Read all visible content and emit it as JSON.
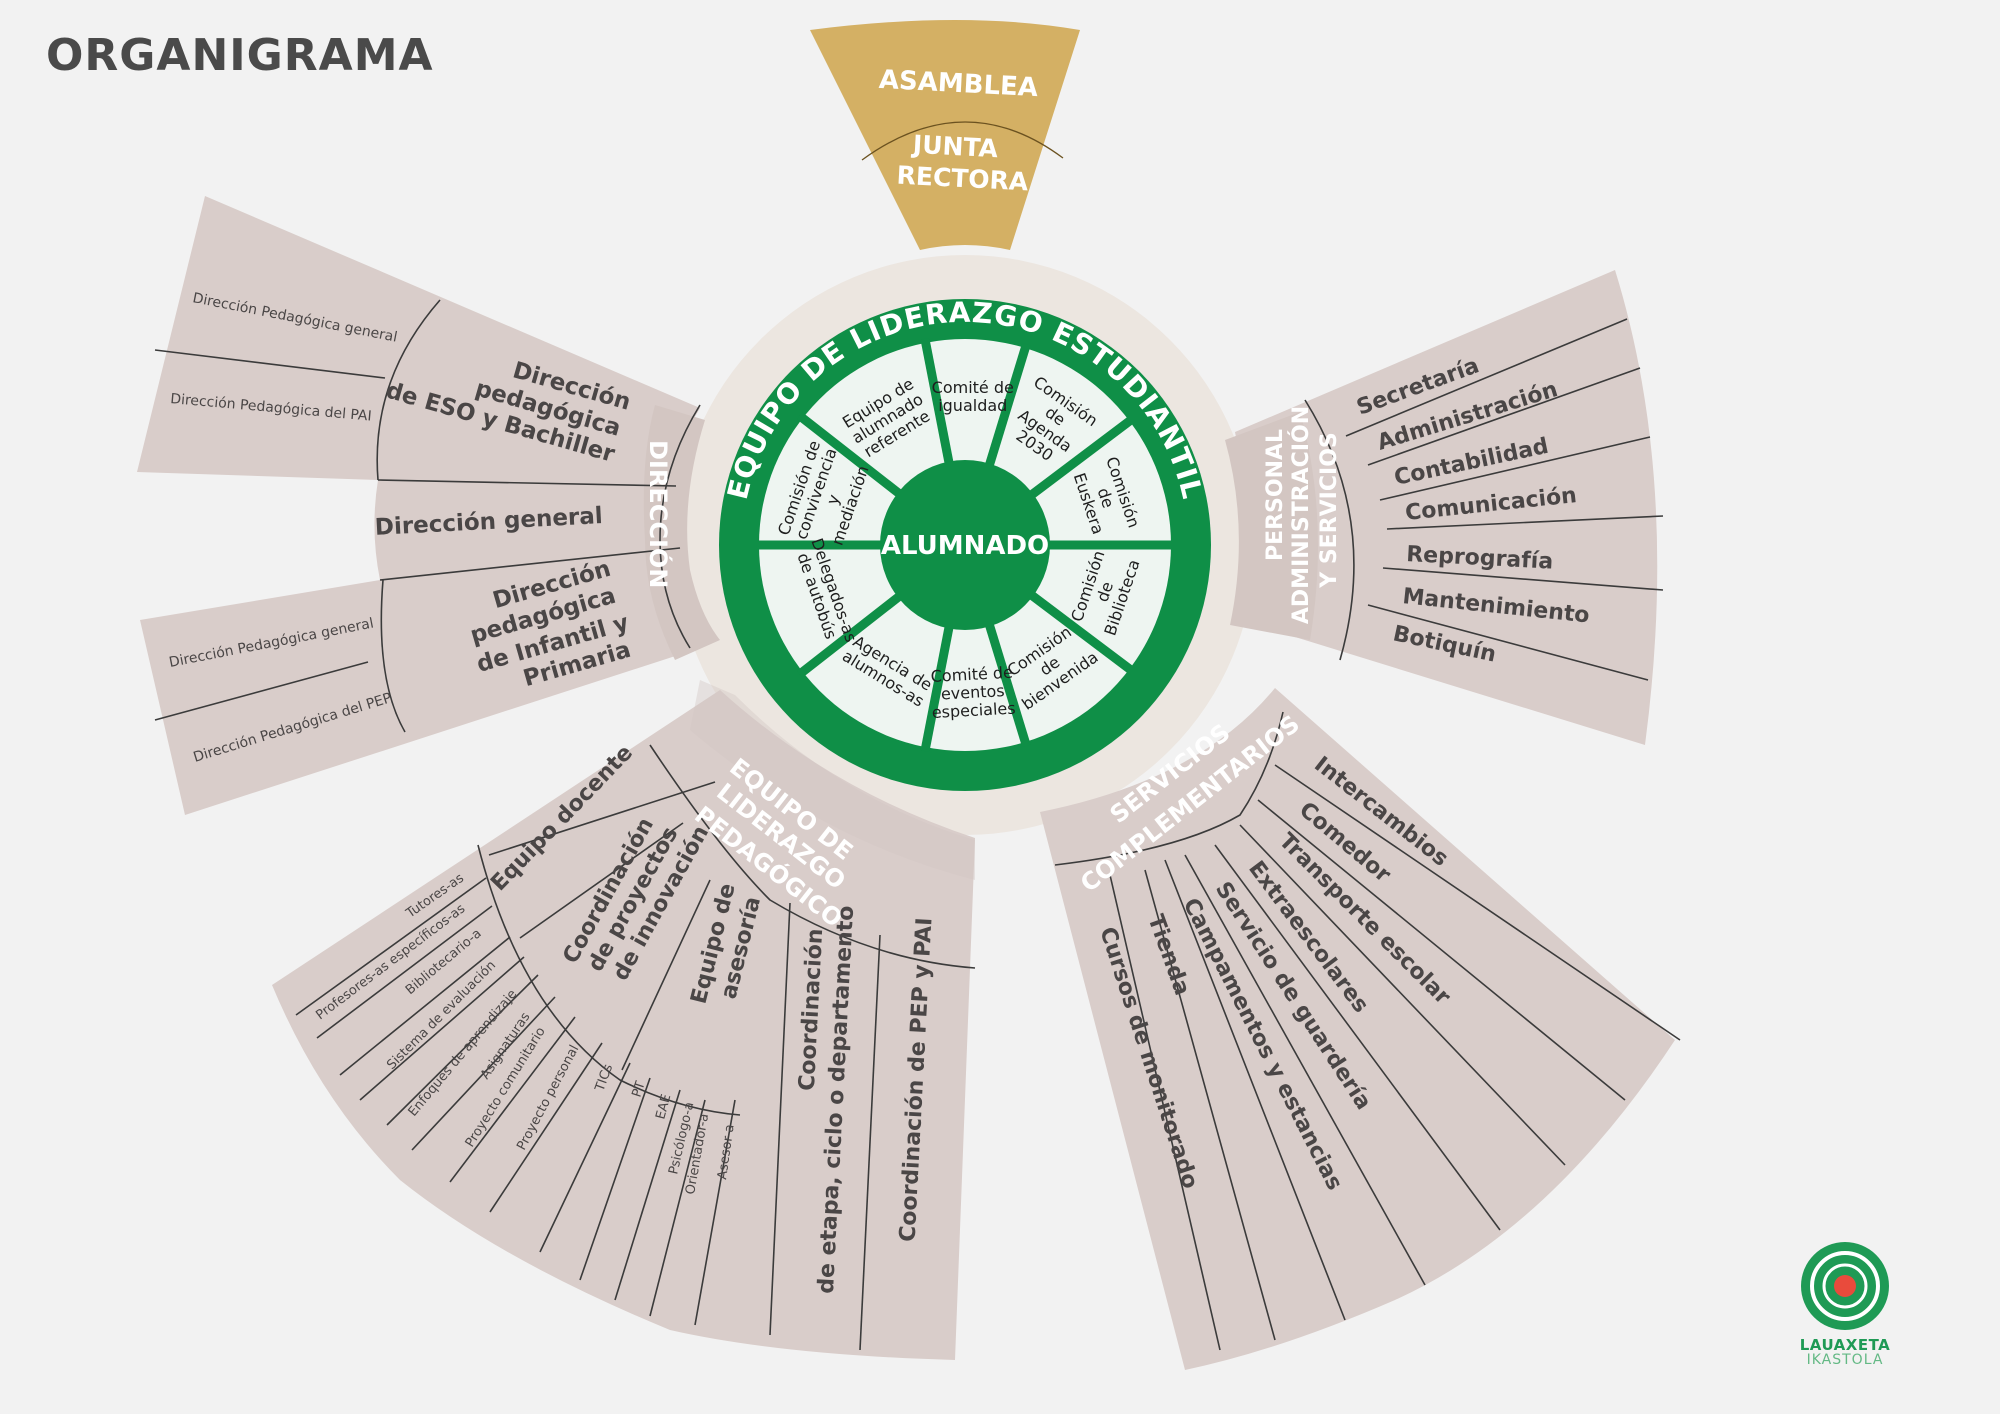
{
  "page": {
    "title": "ORGANIGRAMA"
  },
  "colors": {
    "background": "#f2f2f2",
    "sector": "#d9cdca",
    "gold": "#d4b064",
    "green": "#0f8f47",
    "wheel_light": "#eef5f1",
    "halo": "#ece6e0",
    "text_dark": "#4a4646"
  },
  "top": {
    "outer": "ASAMBLEA",
    "inner_line1": "JUNTA",
    "inner_line2": "RECTORA"
  },
  "wheel": {
    "ring_label": "EQUIPO DE LIDERAZGO ESTUDIANTIL",
    "center": "ALUMNADO",
    "segments": [
      {
        "lines": [
          "Comité de",
          "igualdad"
        ]
      },
      {
        "lines": [
          "Comisión",
          "de",
          "Agenda",
          "2030"
        ]
      },
      {
        "lines": [
          "Comisión",
          "de",
          "Euskera"
        ]
      },
      {
        "lines": [
          "Comisión",
          "de",
          "Biblioteca"
        ]
      },
      {
        "lines": [
          "Comisión",
          "de",
          "bienvenida"
        ]
      },
      {
        "lines": [
          "Comité de",
          "eventos",
          "especiales"
        ]
      },
      {
        "lines": [
          "Agencia de",
          "alumnos-as"
        ]
      },
      {
        "lines": [
          "Delegados-as",
          "de autobús"
        ]
      },
      {
        "lines": [
          "Comisión de",
          "convivencia",
          "y",
          "mediación"
        ]
      },
      {
        "lines": [
          "Equipo de",
          "alumnado",
          "referente"
        ]
      }
    ]
  },
  "direccion": {
    "label": "DIRECCIÓN",
    "eso": {
      "lines": [
        "Dirección",
        "pedagógica",
        "de ESO y Bachiller"
      ],
      "children": [
        "Dirección Pedagógica general",
        "Dirección Pedagógica del PAI"
      ]
    },
    "general": "Dirección general",
    "infantil": {
      "lines": [
        "Dirección",
        "pedagógica",
        "de Infantil y",
        "Primaria"
      ],
      "children": [
        "Dirección Pedagógica general",
        "Dirección Pedagógica del PEP"
      ]
    }
  },
  "pas": {
    "label_lines": [
      "PERSONAL",
      "ADMINISTRACIÓN",
      "Y SERVICIOS"
    ],
    "items": [
      "Secretaría",
      "Administración",
      "Contabilidad",
      "Comunicación",
      "Reprografía",
      "Mantenimiento",
      "Botiquín"
    ]
  },
  "pedagogico": {
    "label_lines": [
      "EQUIPO DE",
      "LIDERAZGO",
      "PEDAGÓGICO"
    ],
    "equipo_docente": {
      "label": "Equipo docente",
      "children": [
        "Tutores-as",
        "Profesores-as específicos-as",
        "Bibliotecario-a"
      ]
    },
    "innovacion": {
      "lines": [
        "Coordinación",
        "de proyectos",
        "de innovación"
      ],
      "children": [
        "Sistema de evaluación",
        "Enfoques de aprendizaje",
        "Asignaturas",
        "Proyecto comunitario",
        "Proyecto personal",
        "TICs"
      ]
    },
    "asesoria": {
      "lines": [
        "Equipo de",
        "asesoría"
      ],
      "children": [
        "PT",
        "EAE",
        "Psicólogo-a",
        "Orientador-a",
        "Asesor-a"
      ]
    },
    "etapa": {
      "lines": [
        "Coordinación",
        "de etapa, ciclo o departamento"
      ]
    },
    "pep_pai": {
      "label": "Coordinación de PEP y PAI"
    }
  },
  "servicios": {
    "label_lines": [
      "SERVICIOS",
      "COMPLEMENTARIOS"
    ],
    "items": [
      "Intercambios",
      "Comedor",
      "Transporte escolar",
      "Extraescolares",
      "Servicio de guardería",
      "Campamentos y estancias",
      "Tienda",
      "Cursos de monitorado"
    ]
  },
  "logo": {
    "line1": "LAUAXETA",
    "line2": "IKASTOLA"
  }
}
